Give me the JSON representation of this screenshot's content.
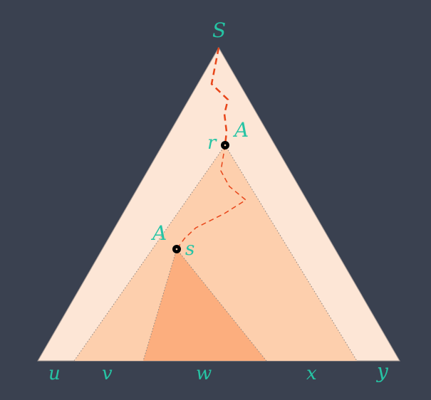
{
  "colors": {
    "background": "#3a4150",
    "outer_triangle": "#fde6d6",
    "middle_triangle": "#fdcfad",
    "inner_triangle": "#fcae7e",
    "label": "#26c4a4",
    "path": "#e8461a",
    "node": "#000000",
    "edge": "#9a8f8a"
  },
  "labels": {
    "root": "S",
    "node_a_upper": "A",
    "node_a_lower": "A",
    "r": "r",
    "s": "s",
    "u": "u",
    "v": "v",
    "w": "w",
    "x": "x",
    "y": "y"
  }
}
